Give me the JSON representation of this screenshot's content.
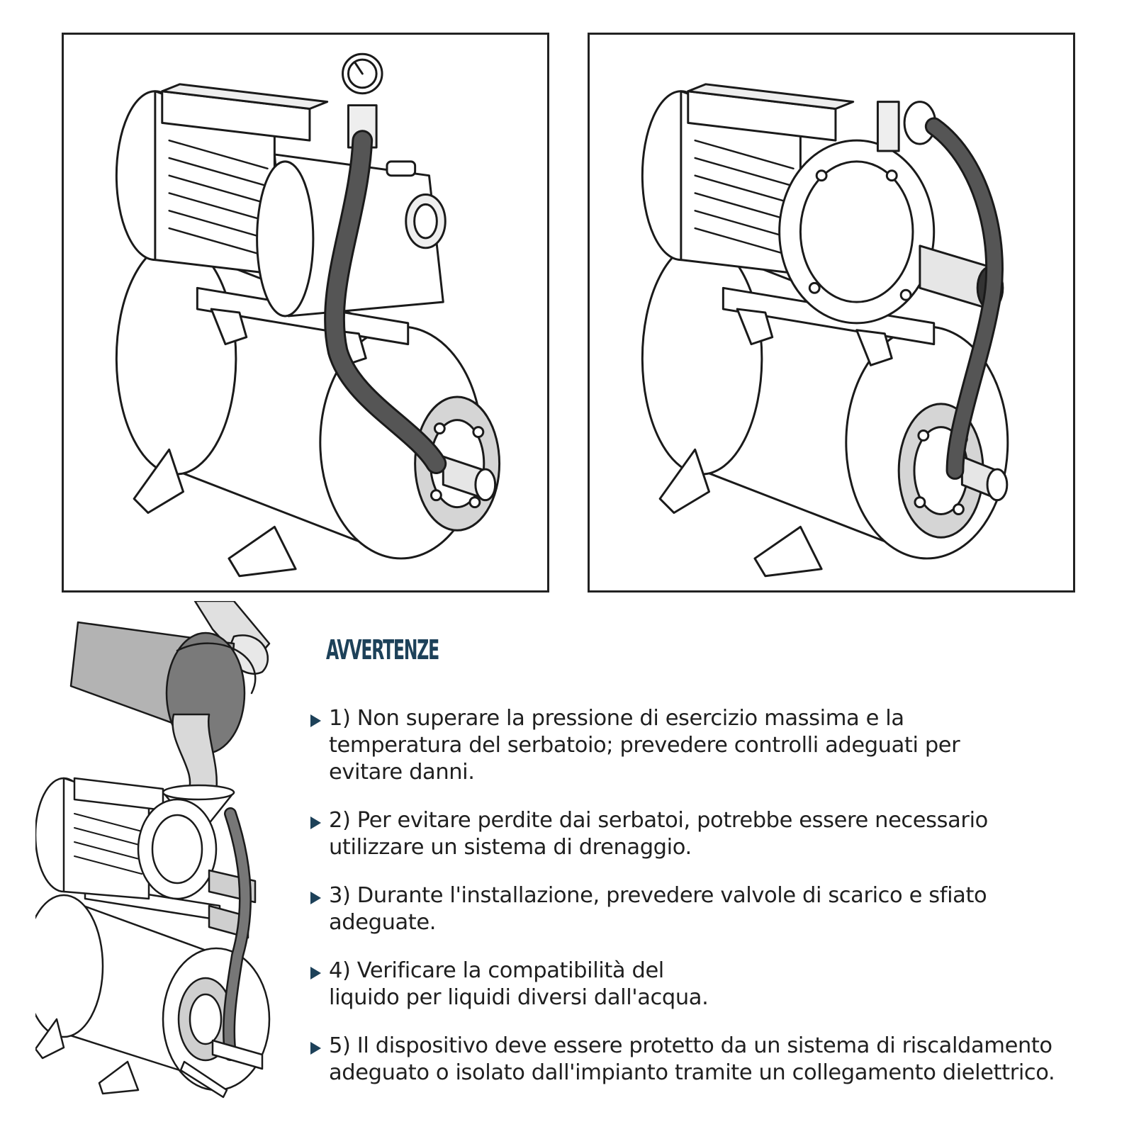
{
  "warnings": {
    "title": "AVVERTENZE",
    "items": [
      {
        "text": "1) Non superare la pressione di esercizio massima e la\ntemperatura del serbatoio; prevedere controlli adeguati per\nevitare danni."
      },
      {
        "text": "2) Per evitare perdite dai serbatoi, potrebbe essere necessario\nutilizzare un sistema di drenaggio."
      },
      {
        "text": "3) Durante l'installazione, prevedere valvole di scarico e sfiato\nadeguate."
      },
      {
        "text": "4) Verificare la compatibilità del\nliquido per liquidi diversi dall'acqua."
      },
      {
        "text": "5) Il dispositivo deve essere protetto da un sistema di riscaldamento\nadeguato o isolato dall'impianto tramite un collegamento dielettrico."
      }
    ]
  },
  "colors": {
    "accent": "#1d4159",
    "hose": "#555555",
    "bucket": "#b3b3b3",
    "line": "#1a1a1a"
  },
  "illustrations": {
    "left": "pump-with-pressure-gauge-icon",
    "right": "pump-with-side-gauge-icon",
    "bottom": "bucket-priming-pump-icon"
  }
}
